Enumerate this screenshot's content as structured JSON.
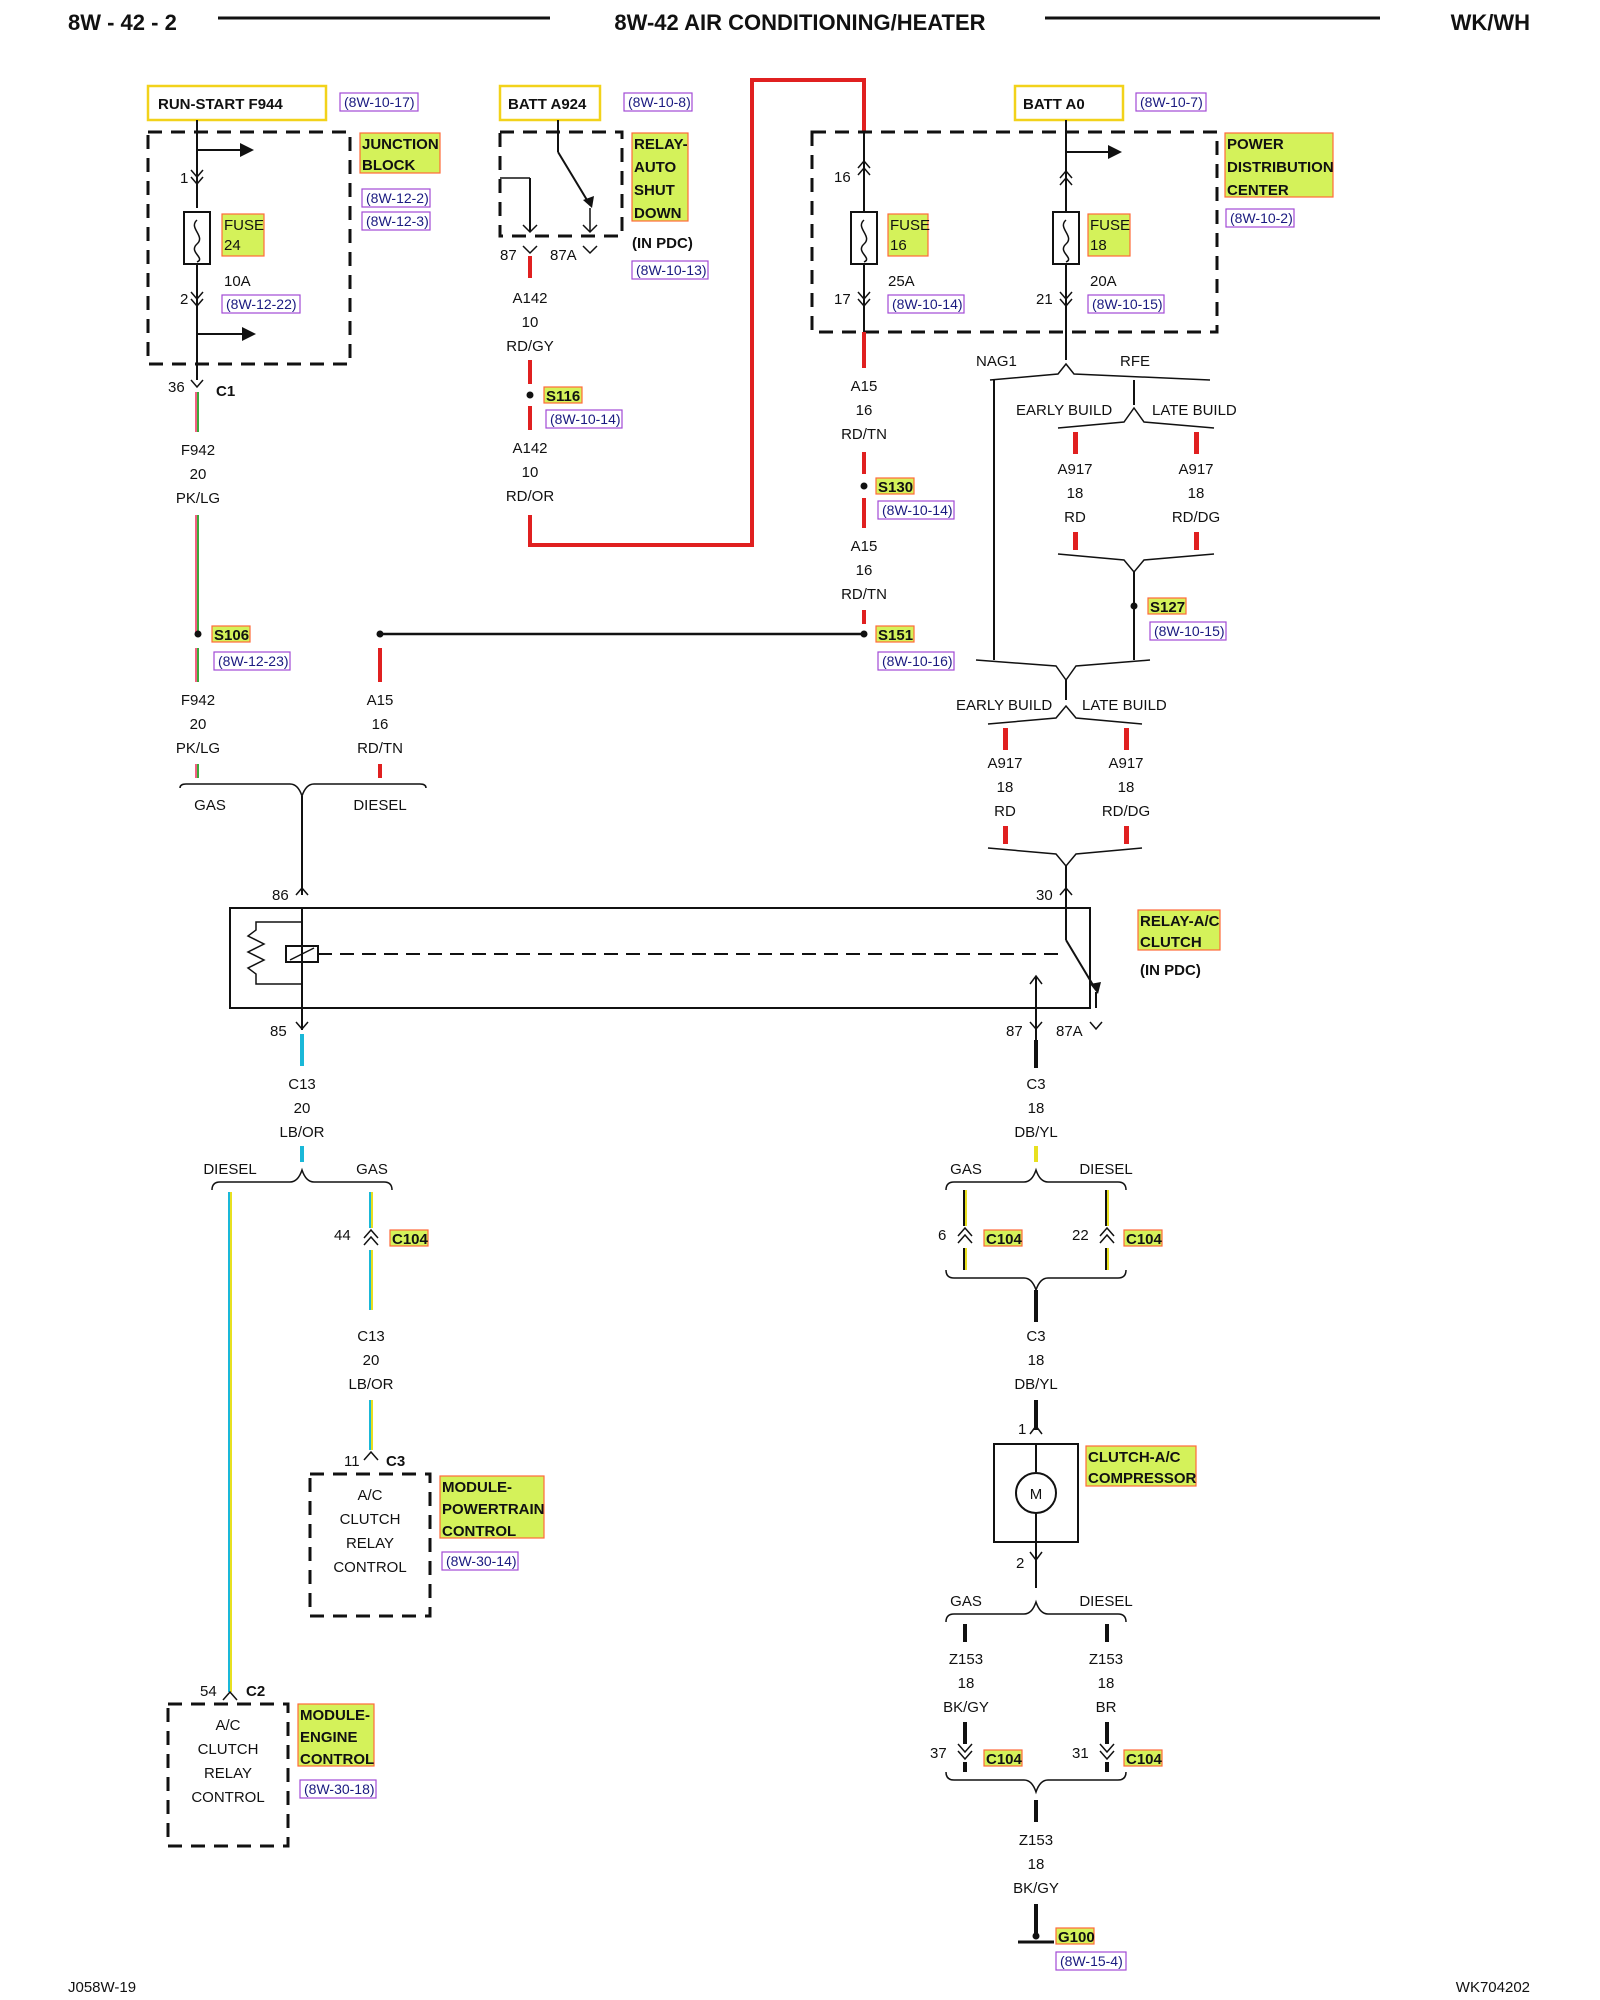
{
  "header": {
    "page": "8W - 42 - 2",
    "title": "8W-42 AIR CONDITIONING/HEATER",
    "model": "WK/WH"
  },
  "footer": {
    "left": "J058W-19",
    "right": "WK704202"
  },
  "sources": {
    "run_start": {
      "name": "RUN-START F944",
      "ref": "(8W-10-17)"
    },
    "batt_a924": {
      "name": "BATT A924",
      "ref": "(8W-10-8)"
    },
    "batt_a0": {
      "name": "BATT A0",
      "ref": "(8W-10-7)"
    }
  },
  "junction_block": {
    "title1": "JUNCTION",
    "title2": "BLOCK",
    "ref1": "(8W-12-2)",
    "ref2": "(8W-12-3)",
    "pin_in": "1",
    "pin_out": "2",
    "fuse1": "FUSE",
    "fuse2": "24",
    "rating": "10A",
    "fuse_ref": "(8W-12-22)"
  },
  "asd_relay": {
    "t1": "RELAY-",
    "t2": "AUTO",
    "t3": "SHUT",
    "t4": "DOWN",
    "loc": "(IN PDC)",
    "ref": "(8W-10-13)",
    "pin87": "87",
    "pin87a": "87A"
  },
  "pdc": {
    "t1": "POWER",
    "t2": "DISTRIBUTION",
    "t3": "CENTER",
    "ref": "(8W-10-2)",
    "fa_in": "16",
    "fa_out": "17",
    "fa_l1": "FUSE",
    "fa_l2": "16",
    "fa_rating": "25A",
    "fa_ref": "(8W-10-14)",
    "fb_out": "21",
    "fb_l1": "FUSE",
    "fb_l2": "18",
    "fb_rating": "20A",
    "fb_ref": "(8W-10-15)"
  },
  "c1": {
    "pin": "36",
    "name": "C1"
  },
  "wires": {
    "f942_a": {
      "circuit": "F942",
      "gauge": "20",
      "color": "PK/LG"
    },
    "f942_b": {
      "circuit": "F942",
      "gauge": "20",
      "color": "PK/LG"
    },
    "a142_a": {
      "circuit": "A142",
      "gauge": "10",
      "color": "RD/GY"
    },
    "a142_b": {
      "circuit": "A142",
      "gauge": "10",
      "color": "RD/OR"
    },
    "a15_a": {
      "circuit": "A15",
      "gauge": "16",
      "color": "RD/TN"
    },
    "a15_b": {
      "circuit": "A15",
      "gauge": "16",
      "color": "RD/TN"
    },
    "a15_c": {
      "circuit": "A15",
      "gauge": "16",
      "color": "RD/TN"
    },
    "a917_1": {
      "circuit": "A917",
      "gauge": "18",
      "color": "RD"
    },
    "a917_2": {
      "circuit": "A917",
      "gauge": "18",
      "color": "RD/DG"
    },
    "a917_3": {
      "circuit": "A917",
      "gauge": "18",
      "color": "RD"
    },
    "a917_4": {
      "circuit": "A917",
      "gauge": "18",
      "color": "RD/DG"
    },
    "c13_a": {
      "circuit": "C13",
      "gauge": "20",
      "color": "LB/OR"
    },
    "c13_b": {
      "circuit": "C13",
      "gauge": "20",
      "color": "LB/OR"
    },
    "c3_a": {
      "circuit": "C3",
      "gauge": "18",
      "color": "DB/YL"
    },
    "c3_b": {
      "circuit": "C3",
      "gauge": "18",
      "color": "DB/YL"
    },
    "z153_gas": {
      "circuit": "Z153",
      "gauge": "18",
      "color": "BK/GY"
    },
    "z153_diesel": {
      "circuit": "Z153",
      "gauge": "18",
      "color": "BR"
    },
    "z153_gnd": {
      "circuit": "Z153",
      "gauge": "18",
      "color": "BK/GY"
    }
  },
  "splices": {
    "s116": {
      "name": "S116",
      "ref": "(8W-10-14)"
    },
    "s130": {
      "name": "S130",
      "ref": "(8W-10-14)"
    },
    "s106": {
      "name": "S106",
      "ref": "(8W-12-23)"
    },
    "s151": {
      "name": "S151",
      "ref": "(8W-10-16)"
    },
    "s127": {
      "name": "S127",
      "ref": "(8W-10-15)"
    }
  },
  "options": {
    "nag1": "NAG1",
    "rfe": "RFE",
    "early1": "EARLY BUILD",
    "late1": "LATE BUILD",
    "early2": "EARLY BUILD",
    "late2": "LATE BUILD",
    "gas_top": "GAS",
    "diesel_top": "DIESEL",
    "diesel_c13": "DIESEL",
    "gas_c13": "GAS",
    "gas_c3": "GAS",
    "diesel_c3": "DIESEL",
    "gas_gnd": "GAS",
    "diesel_gnd": "DIESEL"
  },
  "ac_relay": {
    "t1": "RELAY-A/C",
    "t2": "CLUTCH",
    "loc": "(IN PDC)",
    "pin86": "86",
    "pin85": "85",
    "pin30": "30",
    "pin87": "87",
    "pin87a": "87A"
  },
  "c104": {
    "pin44": "44",
    "pin6": "6",
    "pin22": "22",
    "pin37": "37",
    "pin31": "31",
    "name": "C104"
  },
  "pcm": {
    "pin": "11",
    "conn": "C3",
    "l1": "A/C",
    "l2": "CLUTCH",
    "l3": "RELAY",
    "l4": "CONTROL",
    "t1": "MODULE-",
    "t2": "POWERTRAIN",
    "t3": "CONTROL",
    "ref": "(8W-30-14)"
  },
  "ecm": {
    "pin": "54",
    "conn": "C2",
    "l1": "A/C",
    "l2": "CLUTCH",
    "l3": "RELAY",
    "l4": "CONTROL",
    "t1": "MODULE-",
    "t2": "ENGINE",
    "t3": "CONTROL",
    "ref": "(8W-30-18)"
  },
  "compressor": {
    "t1": "CLUTCH-A/C",
    "t2": "COMPRESSOR",
    "pin1": "1",
    "pin2": "2",
    "motor": "M"
  },
  "ground": {
    "name": "G100",
    "ref": "(8W-15-4)"
  },
  "wire_colors": {
    "red": "#e02020",
    "pink": "#f06080",
    "green": "#3aa83a",
    "blue": "#1ab8d8",
    "yellow": "#e8e020",
    "dark": "#111111",
    "highlight": "#d4f25a",
    "box_yellow": "#f2d21a"
  }
}
